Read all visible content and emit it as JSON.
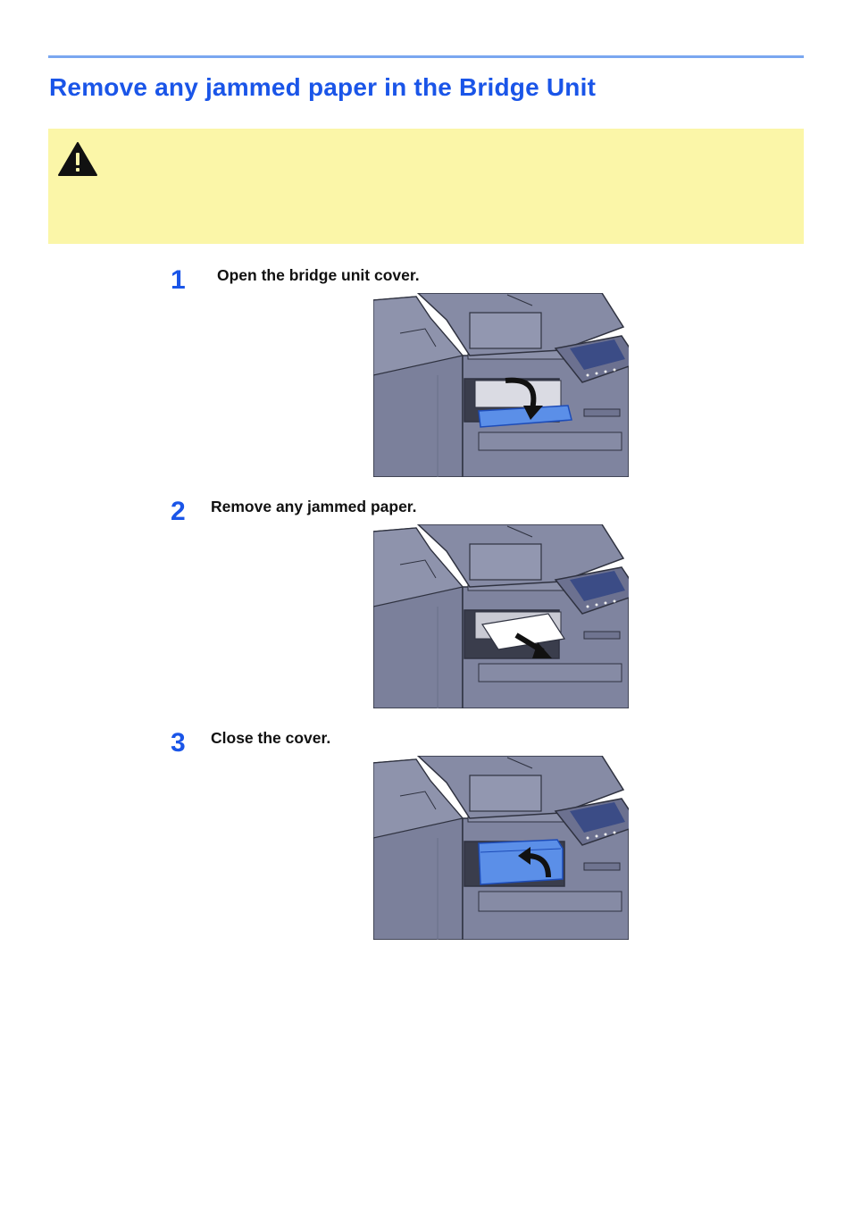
{
  "page": {
    "title": "Remove any jammed paper in the Bridge Unit"
  },
  "caution": {
    "icon": "warning-icon",
    "color": "#fbf6a8"
  },
  "steps": [
    {
      "number": "1",
      "text": "Open the bridge unit cover.",
      "illustration": "printer-bridge-cover-open"
    },
    {
      "number": "2",
      "text": "Remove any jammed paper.",
      "illustration": "printer-paper-removal"
    },
    {
      "number": "3",
      "text": "Close the cover.",
      "illustration": "printer-bridge-cover-close"
    }
  ],
  "colors": {
    "accent": "#1a55e8",
    "rule": "#7aa7f0",
    "highlight_part": "#5b8fe8"
  }
}
